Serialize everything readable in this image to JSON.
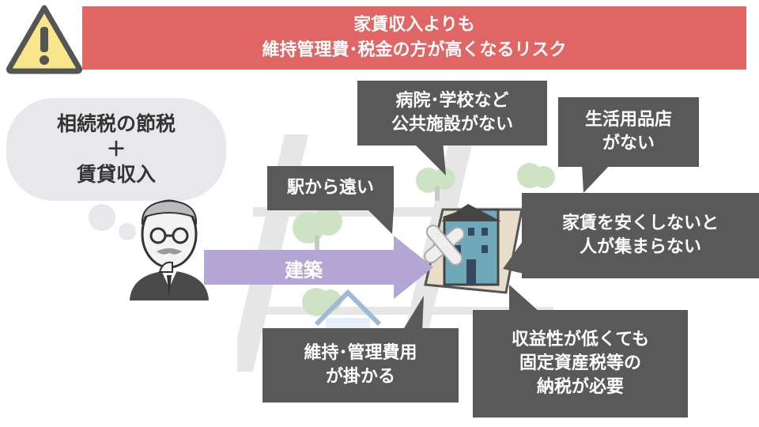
{
  "banner": {
    "line1": "家賃収入よりも",
    "line2": "維持管理費･税金の方が高くなるリスク"
  },
  "thought": {
    "line1": "相続税の節税",
    "plus": "＋",
    "line2": "賃貸収入"
  },
  "arrow": {
    "label": "建築"
  },
  "callouts": {
    "hospital": {
      "line1": "病院･学校など",
      "line2": "公共施設がない"
    },
    "shop": {
      "line1": "生活用品店",
      "line2": "がない"
    },
    "station": {
      "line1": "駅から遠い"
    },
    "rent": {
      "line1": "家賃を安くしないと",
      "line2": "人が集まらない"
    },
    "maintenance": {
      "line1": "維持･管理費用",
      "line2": "が掛かる"
    },
    "tax": {
      "line1": "収益性が低くても",
      "line2": "固定資産税等の",
      "line3": "納税が必要"
    }
  },
  "colors": {
    "banner": "#e06666",
    "callout": "#595959",
    "arrow": "#b4a7d6",
    "warning": "#f9e58a",
    "building": "#6fa8b8"
  }
}
